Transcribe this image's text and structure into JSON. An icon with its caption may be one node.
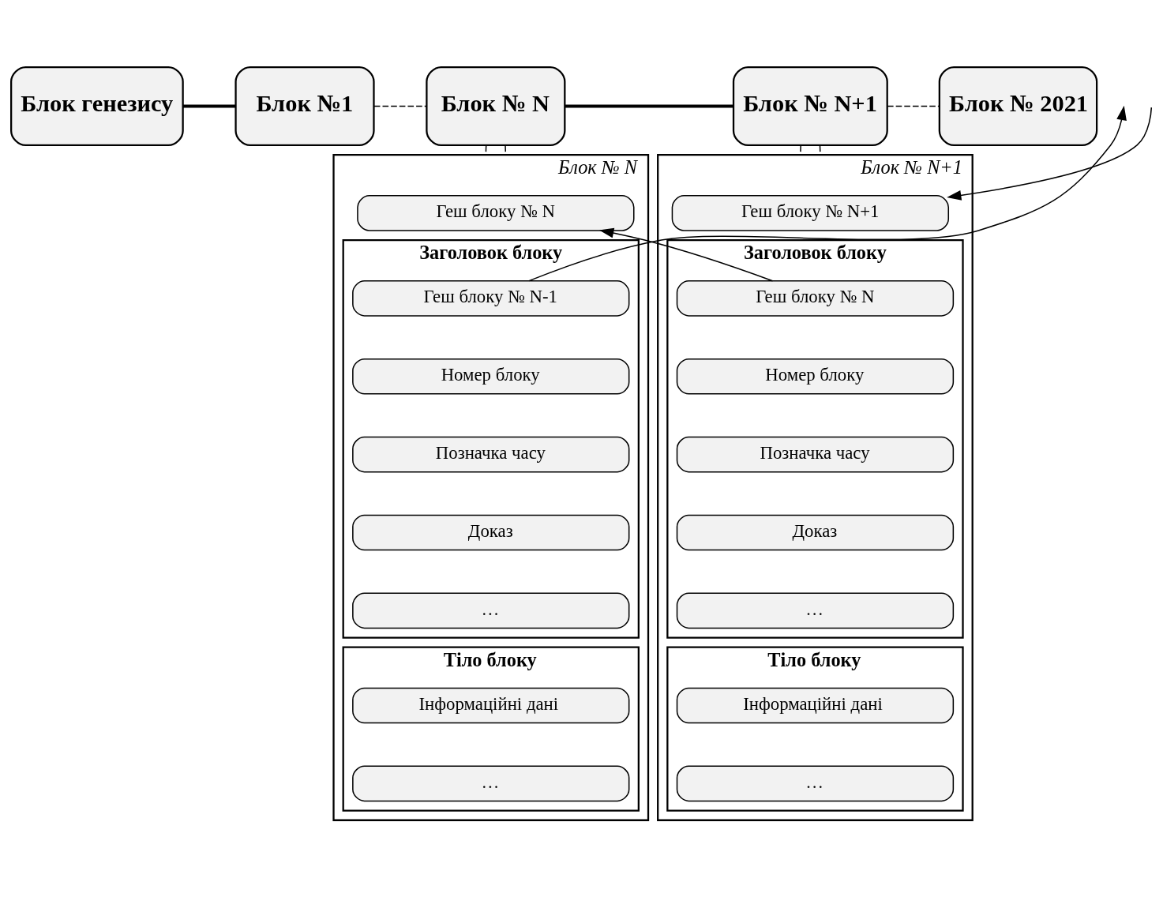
{
  "diagram": {
    "nodes": [
      {
        "text": [
          "Блок генезису"
        ]
      },
      {
        "text": [
          "Блок №1"
        ]
      },
      {
        "text": [
          "Блок № N"
        ]
      },
      {
        "text": [
          "Блок № N+1"
        ]
      },
      {
        "text": [
          "Блок № 2021"
        ]
      },
      {
        "text": [
          "Блок № N"
        ]
      },
      {
        "text": [
          "Геш блоку № N"
        ],
        "in": 5
      },
      {
        "text": [
          "Заголовок блоку"
        ],
        "in": 5
      },
      {
        "text": [
          "Геш блоку № N-1"
        ],
        "in": 7
      },
      {
        "text": [
          "Номер блоку"
        ],
        "in": 7
      },
      {
        "text": [
          "Позначка часу"
        ],
        "in": 7
      },
      {
        "text": [
          "Доказ"
        ],
        "in": 7
      },
      {
        "text": [
          "…"
        ],
        "in": 7
      },
      {
        "text": [
          "Тіло блоку"
        ],
        "in": 5
      },
      {
        "text": [
          "Інформаційні дані"
        ],
        "in": 13
      },
      {
        "text": [
          "…"
        ],
        "in": 13
      },
      {
        "text": [
          "Блок № N+1"
        ]
      },
      {
        "text": [
          "Геш блоку № N+1"
        ],
        "in": 16
      },
      {
        "text": [
          "Заголовок блоку"
        ],
        "in": 16
      },
      {
        "text": [
          "Геш блоку № N"
        ],
        "in": 18
      },
      {
        "text": [
          "Номер блоку"
        ],
        "in": 18
      },
      {
        "text": [
          "Позначка часу"
        ],
        "in": 18
      },
      {
        "text": [
          "Доказ"
        ],
        "in": 18
      },
      {
        "text": [
          "…"
        ],
        "in": 18
      },
      {
        "text": [
          "Тіло блоку"
        ],
        "in": 16
      },
      {
        "text": [
          "Інформаційні дані"
        ],
        "in": 24
      },
      {
        "text": [
          "…"
        ],
        "in": 24
      }
    ],
    "edges": [
      {
        "from": 0,
        "to": 1,
        "arrow": "none",
        "style": "thick"
      },
      {
        "from": 1,
        "to": 2,
        "arrow": "none",
        "style": "dashed"
      },
      {
        "from": 2,
        "to": 3,
        "arrow": "none",
        "style": "thick"
      },
      {
        "from": 3,
        "to": 4,
        "arrow": "none",
        "style": "dashed"
      },
      {
        "from": 2,
        "to": 5,
        "arrow": "none",
        "style": "dashed"
      },
      {
        "from": 2,
        "to": 5,
        "arrow": "none",
        "style": "dashed"
      },
      {
        "from": 3,
        "to": 16,
        "arrow": "none",
        "style": "dashed"
      },
      {
        "from": 3,
        "to": 16,
        "arrow": "none",
        "style": "dashed"
      },
      {
        "from": 8,
        "to": null,
        "arrow": "to"
      },
      {
        "from": 19,
        "to": 6,
        "arrow": "to"
      },
      {
        "from": null,
        "to": 17,
        "arrow": "to"
      }
    ]
  }
}
